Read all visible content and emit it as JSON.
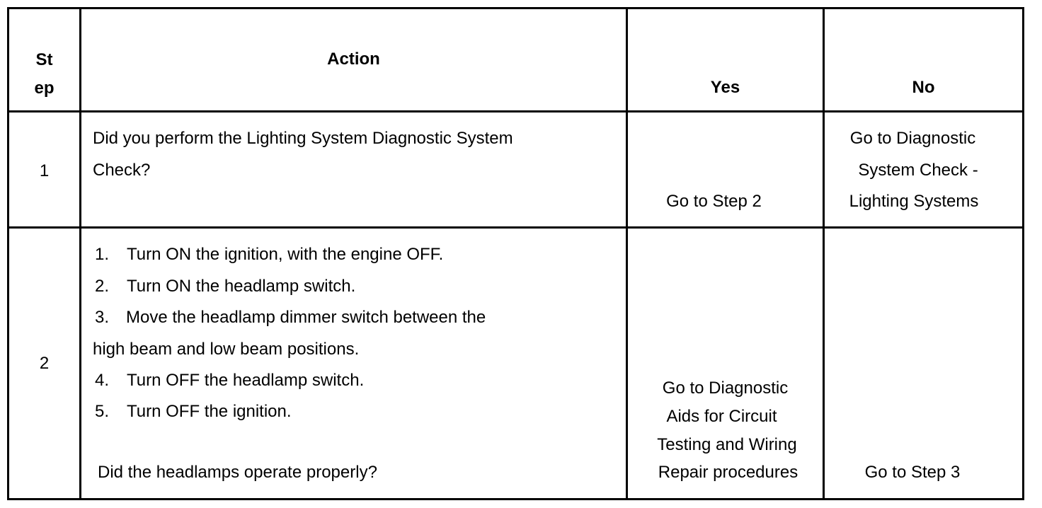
{
  "table": {
    "headers": {
      "step_line1": "St",
      "step_line2": "ep",
      "action": "Action",
      "yes": "Yes",
      "no": "No"
    },
    "rows": [
      {
        "step": "1",
        "action_lines": [
          "Did you perform the Lighting System Diagnostic System",
          "Check?"
        ],
        "yes_lines": [
          "Go to Step 2"
        ],
        "no_lines": [
          "Go to Diagnostic",
          "System Check -",
          "Lighting Systems"
        ]
      },
      {
        "step": "2",
        "action_items": [
          {
            "num": "1.",
            "text": "Turn ON the ignition, with the engine OFF."
          },
          {
            "num": "2.",
            "text": "Turn ON the headlamp switch."
          },
          {
            "num": "3.",
            "text": "Move the headlamp dimmer switch between the"
          },
          {
            "num": "",
            "text": "high beam and low beam positions."
          },
          {
            "num": "4.",
            "text": "Turn OFF the headlamp switch."
          },
          {
            "num": "5.",
            "text": "Turn OFF the ignition."
          }
        ],
        "question": "Did the headlamps operate properly?",
        "yes_lines": [
          "Go to Diagnostic",
          "Aids for Circuit",
          "Testing and Wiring",
          "Repair procedures"
        ],
        "no_lines": [
          "Go to Step 3"
        ]
      }
    ]
  }
}
